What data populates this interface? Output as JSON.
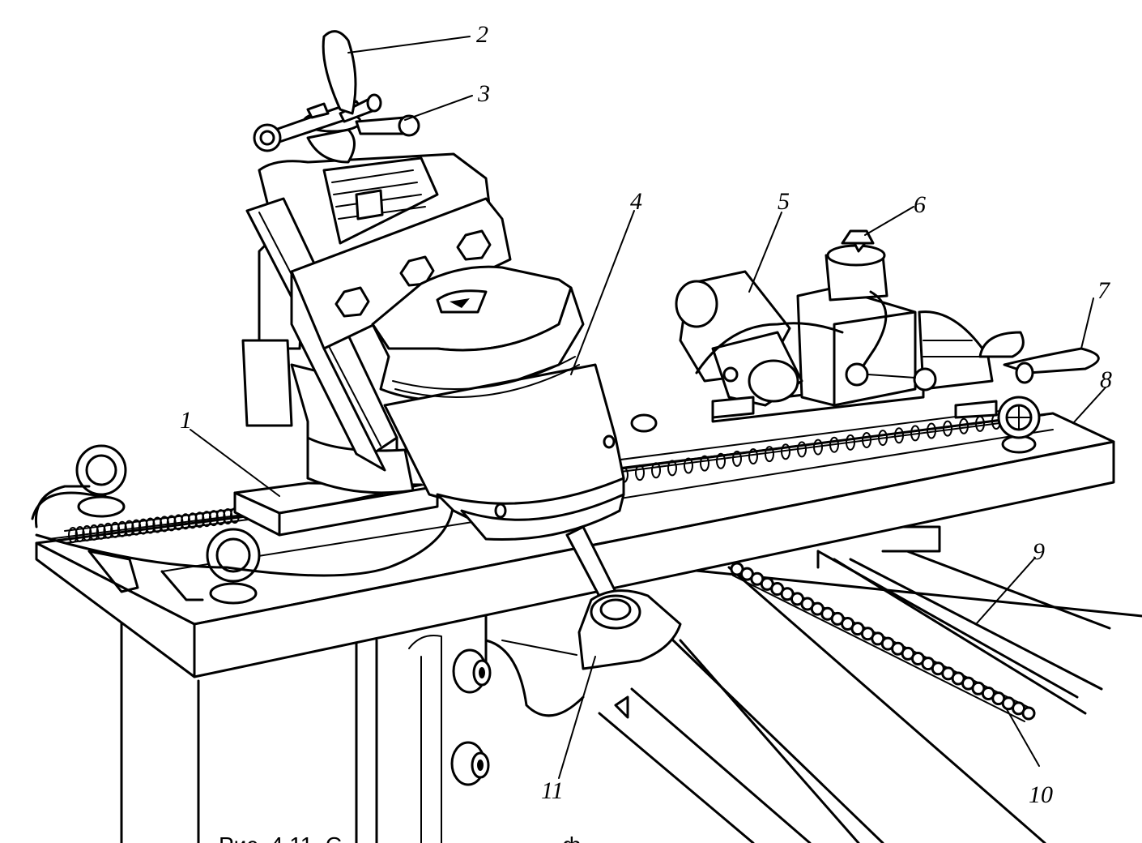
{
  "labels": {
    "l1": "1",
    "l2": "2",
    "l3": "3",
    "l4": "4",
    "l5": "5",
    "l6": "6",
    "l7": "7",
    "l8": "8",
    "l9": "9",
    "l10": "10",
    "l11": "11"
  },
  "caption": "Рис. 4.11. С                                   ф"
}
